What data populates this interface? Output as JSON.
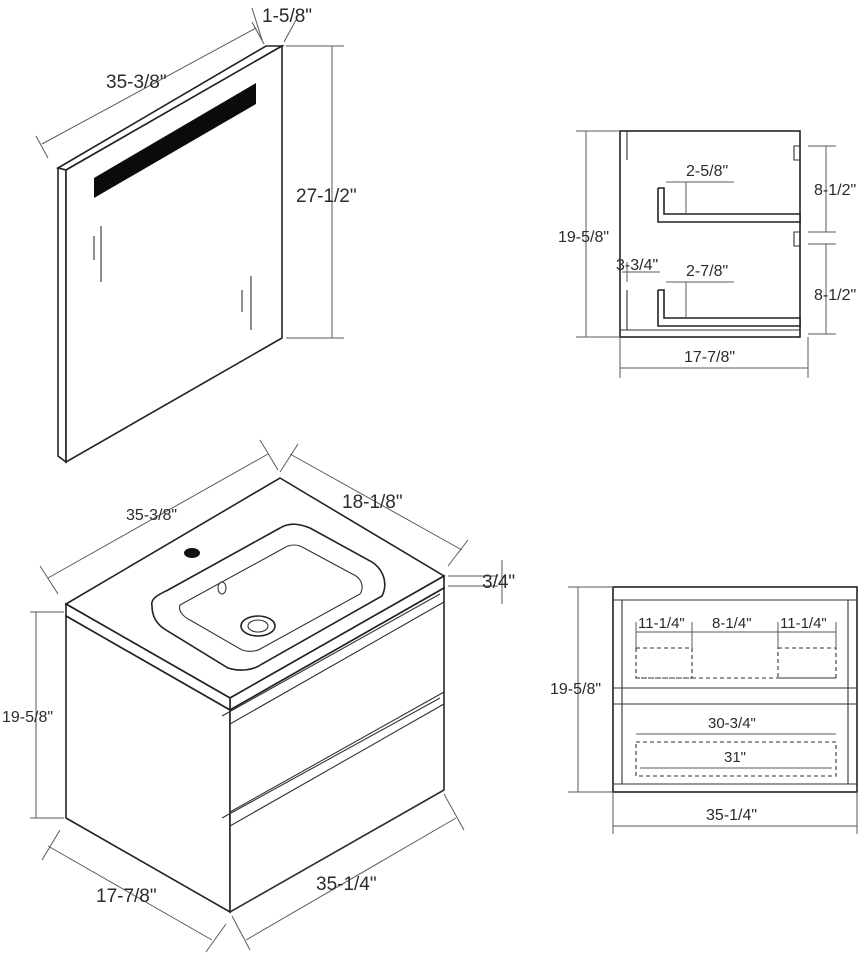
{
  "mirror": {
    "width": "35-3/8\"",
    "depth": "1-5/8\"",
    "height": "27-1/2\""
  },
  "cabinet": {
    "top_width": "35-3/8\"",
    "top_depth": "18-1/8\"",
    "top_thickness": "3/4\"",
    "height": "19-5/8\"",
    "side_depth": "17-7/8\"",
    "front_width": "35-1/4\""
  },
  "side_section": {
    "height": "19-5/8\"",
    "depth": "17-7/8\"",
    "upper_drawer_height": "8-1/2\"",
    "lower_drawer_height": "8-1/2\"",
    "upper_inset": "2-5/8\"",
    "lower_inset": "2-7/8\"",
    "back_gap": "3-3/4\""
  },
  "front_section": {
    "height": "19-5/8\"",
    "width": "35-1/4\"",
    "left_cutout": "11-1/4\"",
    "center_gap": "8-1/4\"",
    "right_cutout": "11-1/4\"",
    "lower_outer": "30-3/4\"",
    "lower_inner": "31\""
  }
}
